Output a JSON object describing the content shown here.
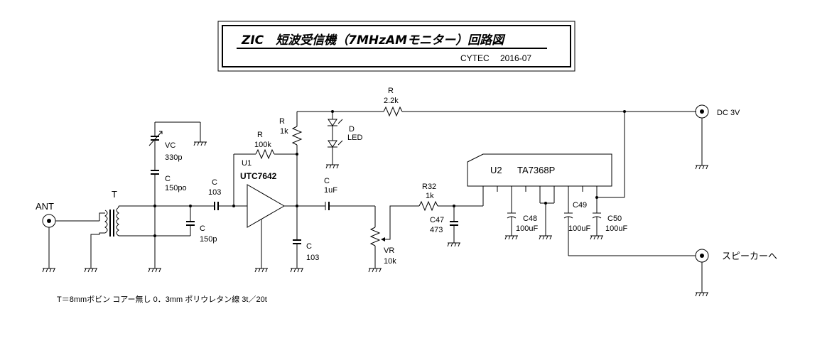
{
  "title": {
    "main": "ZIC　短波受信機（7MHzAMモニター）回路図",
    "credit": "CYTEC　 2016-07"
  },
  "labels": {
    "ant": "ANT",
    "transformer": "T",
    "vc_name": "VC",
    "vc_value": "330p",
    "c_po_name": "C",
    "c_po_value": "150po",
    "c_150_name": "C",
    "c_150_value": "150p",
    "c_in_name": "C",
    "c_in_value": "103",
    "u1_ref": "U1",
    "u1_part": "UTC7642",
    "r_fb_name": "R",
    "r_fb_value": "100k",
    "r_load_name": "R",
    "r_load_value": "1k",
    "r_top_name": "R",
    "r_top_value": "2.2k",
    "led_name": "D",
    "led_value": "LED",
    "c_out_name": "C",
    "c_out_value": "1uF",
    "c_dec_name": "C",
    "c_dec_value": "103",
    "vr_name": "VR",
    "vr_value": "10k",
    "r32_name": "R32",
    "r32_value": "1k",
    "c47_name": "C47",
    "c47_value": "473",
    "u2_ref": "U2",
    "u2_part": "TA7368P",
    "c48_name": "C48",
    "c48_value": "100uF",
    "c49_name": "C49",
    "c49_value": "100uF",
    "c50_name": "C50",
    "c50_value": "100uF",
    "dc": "DC 3V",
    "speaker": "スピーカーへ",
    "note": "T＝8mmボビン コアー無し 0．3mm ポリウレタン線 3t／20t"
  }
}
